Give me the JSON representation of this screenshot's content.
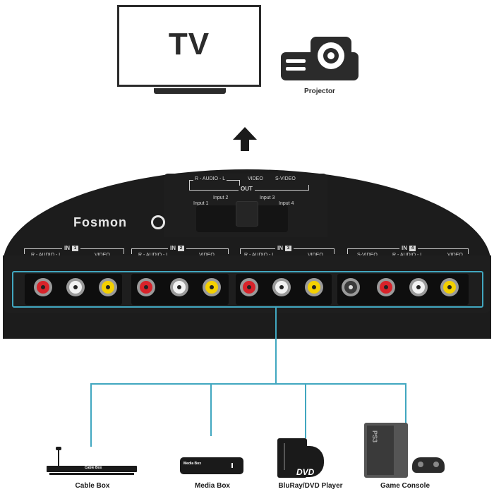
{
  "outputs": {
    "tv_label": "TV",
    "projector_label": "Projector"
  },
  "device": {
    "brand": "Fosmon",
    "out_header": "OUT",
    "out_audio": "R - AUDIO - L",
    "out_video": "VIDEO",
    "out_svideo": "S-VIDEO",
    "switch_labels": [
      "Input 1",
      "Input 2",
      "Input 3",
      "Input 4"
    ],
    "in_label": "IN",
    "inputs": [
      {
        "number": "1",
        "audio": "R - AUDIO - L",
        "video": "VIDEO"
      },
      {
        "number": "2",
        "audio": "R - AUDIO - L",
        "video": "VIDEO"
      },
      {
        "number": "3",
        "audio": "R - AUDIO - L",
        "video": "VIDEO"
      },
      {
        "number": "4",
        "svideo": "S-VIDEO",
        "audio": "R - AUDIO - L",
        "video": "VIDEO"
      }
    ],
    "jack_colors": {
      "red": "#d8232a",
      "white": "#f2f2f2",
      "yellow": "#f4d000"
    }
  },
  "sources": [
    {
      "label": "Cable Box",
      "device_text": "Cable Box"
    },
    {
      "label": "Media Box",
      "device_text": "Media Box"
    },
    {
      "label": "BluRay/DVD Player",
      "device_text": "DVD"
    },
    {
      "label": "Game Console",
      "device_text": "PS3"
    }
  ],
  "accent_color": "#41a7c0"
}
